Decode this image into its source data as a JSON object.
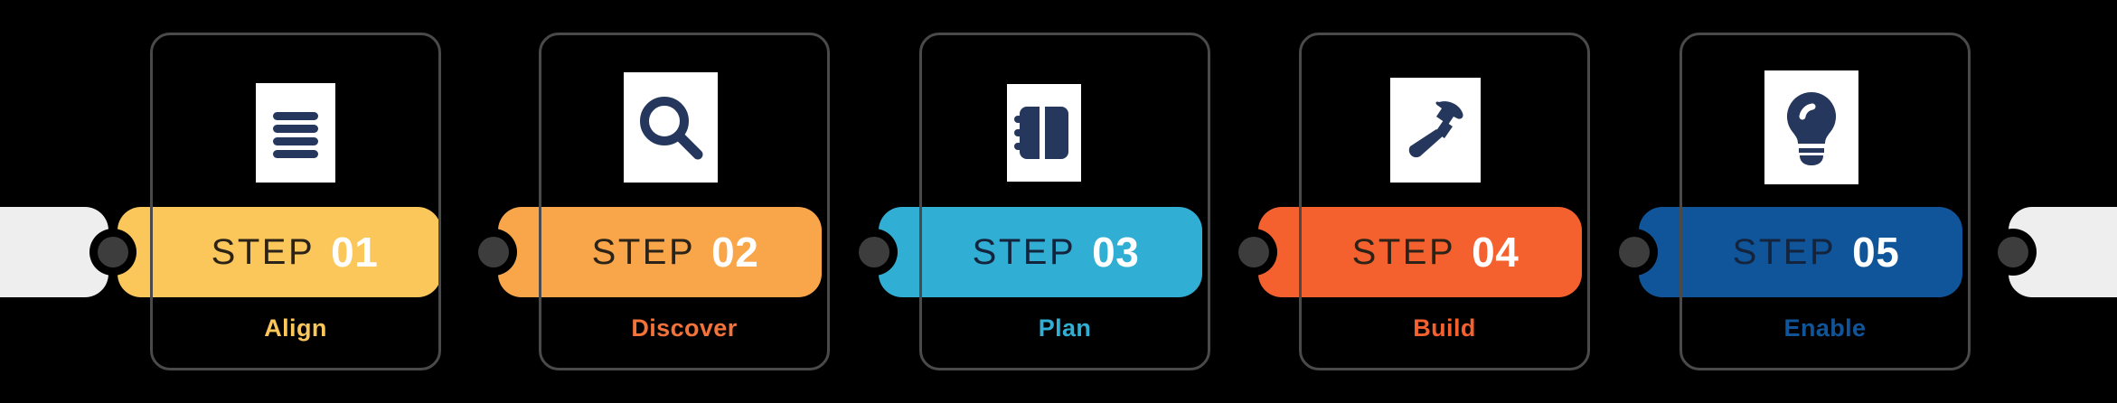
{
  "diagram": {
    "title": "Five step process ribbon",
    "step_word": "STEP",
    "steps": [
      {
        "number": "01",
        "label": "Align",
        "icon": "document-lines-icon",
        "band_color": "#fbc75a",
        "label_color": "#fbc75a",
        "number_color": "#ffffff",
        "word_color": "#2b2318"
      },
      {
        "number": "02",
        "label": "Discover",
        "icon": "magnifier-icon",
        "band_color": "#f9a64b",
        "label_color": "#f4733a",
        "number_color": "#ffffff",
        "word_color": "#2b2318"
      },
      {
        "number": "03",
        "label": "Plan",
        "icon": "notebook-icon",
        "band_color": "#31aed4",
        "label_color": "#31aed4",
        "number_color": "#ffffff",
        "word_color": "#14243d"
      },
      {
        "number": "04",
        "label": "Build",
        "icon": "hammer-icon",
        "band_color": "#f4612e",
        "label_color": "#f4612e",
        "number_color": "#ffffff",
        "word_color": "#2b2318"
      },
      {
        "number": "05",
        "label": "Enable",
        "icon": "lightbulb-icon",
        "band_color": "#10559a",
        "label_color": "#10559a",
        "number_color": "#ffffff",
        "word_color": "#14243d"
      }
    ],
    "end_cap_color": "#eeeeee",
    "connector_color": "#3d3d3d",
    "card_outline_color": "#4a4a4a",
    "icon_tile_color": "#ffffff",
    "icon_glyph_color": "#25375c",
    "background_color": "#000000"
  }
}
